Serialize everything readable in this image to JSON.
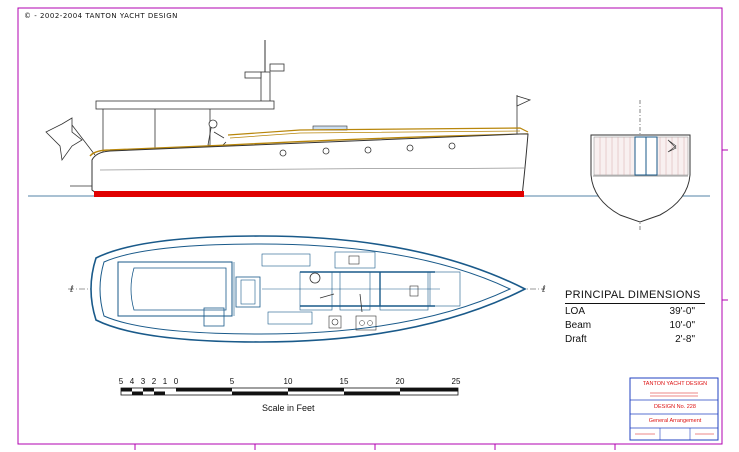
{
  "copyright": "© - 2002-2004 TANTON YACHT DESIGN",
  "principal_dimensions": {
    "title": "PRINCIPAL DIMENSIONS",
    "rows": [
      {
        "label": "LOA",
        "value": "39'-0\""
      },
      {
        "label": "Beam",
        "value": "10'-0\""
      },
      {
        "label": "Draft",
        "value": "2'-8\""
      }
    ]
  },
  "scale": {
    "caption": "Scale in Feet",
    "ticks": [
      "5",
      "4",
      "3",
      "2",
      "1",
      "0",
      "5",
      "10",
      "15",
      "20",
      "25"
    ]
  },
  "title_block": {
    "firm": "TANTON YACHT DESIGN",
    "design": "DESIGN No. 228",
    "sheet": "General Arrangement"
  },
  "colors": {
    "border": "#b000b0",
    "hull": "#1a5a8a",
    "bottom_paint": "#e00000",
    "deck": "#b8860b"
  }
}
